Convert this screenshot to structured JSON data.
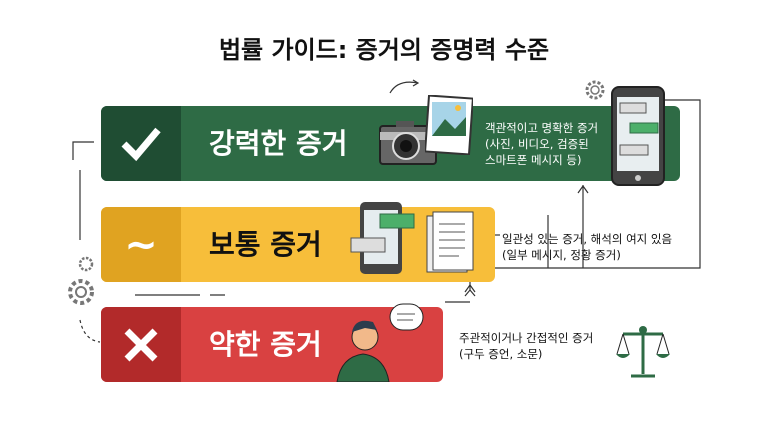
{
  "title": "법률 가이드: 증거의 증명력 수준",
  "levels": [
    {
      "label": "강력한 증거",
      "symbol": "✔",
      "desc1": "객관적이고 명확한 증거",
      "desc2": "(사진, 비디오, 검증된",
      "desc3": "스마트폰 메시지 등)",
      "color": "#2e6b45"
    },
    {
      "label": "보통 증거",
      "symbol": "~",
      "desc1": "일관성 있는 증거, 해석의 여지 있음",
      "desc2": "(일부 메시지, 정황 증거)",
      "color": "#f7be3a"
    },
    {
      "label": "약한 증거",
      "symbol": "✕",
      "desc1": "주관적이거나 간접적인 증거",
      "desc2": "(구두 증언, 소문)",
      "color": "#d94141"
    }
  ]
}
